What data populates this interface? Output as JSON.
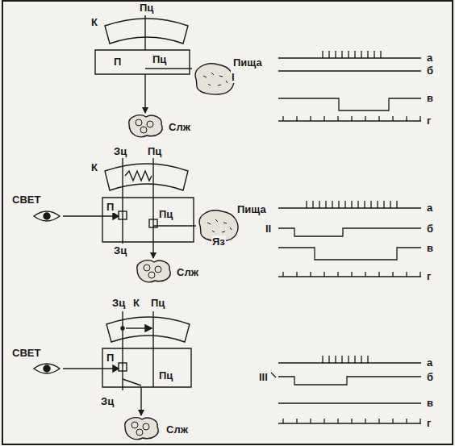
{
  "diagram": {
    "nodes": [
      {
        "text": [
          "К"
        ]
      },
      {
        "text": [
          "П"
        ]
      },
      {
        "text": [
          "Пища"
        ]
      },
      {
        "text": [
          "Слж"
        ]
      },
      {
        "text": [
          "К"
        ]
      },
      {
        "text": [
          "П"
        ]
      },
      {
        "text": [
          "Пища"
        ]
      },
      {
        "text": [
          "Слж"
        ]
      },
      {
        "text": [
          "К"
        ]
      },
      {
        "text": [
          "П"
        ]
      },
      {
        "text": [
          "Слж"
        ]
      }
    ],
    "edges": [
      {
        "from": 0,
        "to": 1,
        "arrow": "none"
      },
      {
        "from": 2,
        "to": 1,
        "arrow": "none"
      },
      {
        "from": 1,
        "to": 3,
        "arrow": "to"
      },
      {
        "from": 4,
        "to": 5,
        "arrow": "none"
      },
      {
        "from": 6,
        "to": 5,
        "arrow": "none"
      },
      {
        "from": 5,
        "to": 7,
        "arrow": "to"
      },
      {
        "from": 8,
        "to": 9,
        "arrow": "none"
      },
      {
        "from": 9,
        "to": 10,
        "arrow": "to"
      }
    ],
    "labels": [
      "Пц",
      "Пц",
      "I",
      "а",
      "б",
      "в",
      "г",
      "Зц",
      "Пц",
      "СВЕТ",
      "Пц",
      "Яз",
      "Зц",
      "II",
      "а",
      "б",
      "в",
      "г",
      "Зц",
      "Пц",
      "СВЕТ",
      "Пц",
      "Зц",
      "III",
      "а",
      "б",
      "в",
      "г"
    ]
  }
}
